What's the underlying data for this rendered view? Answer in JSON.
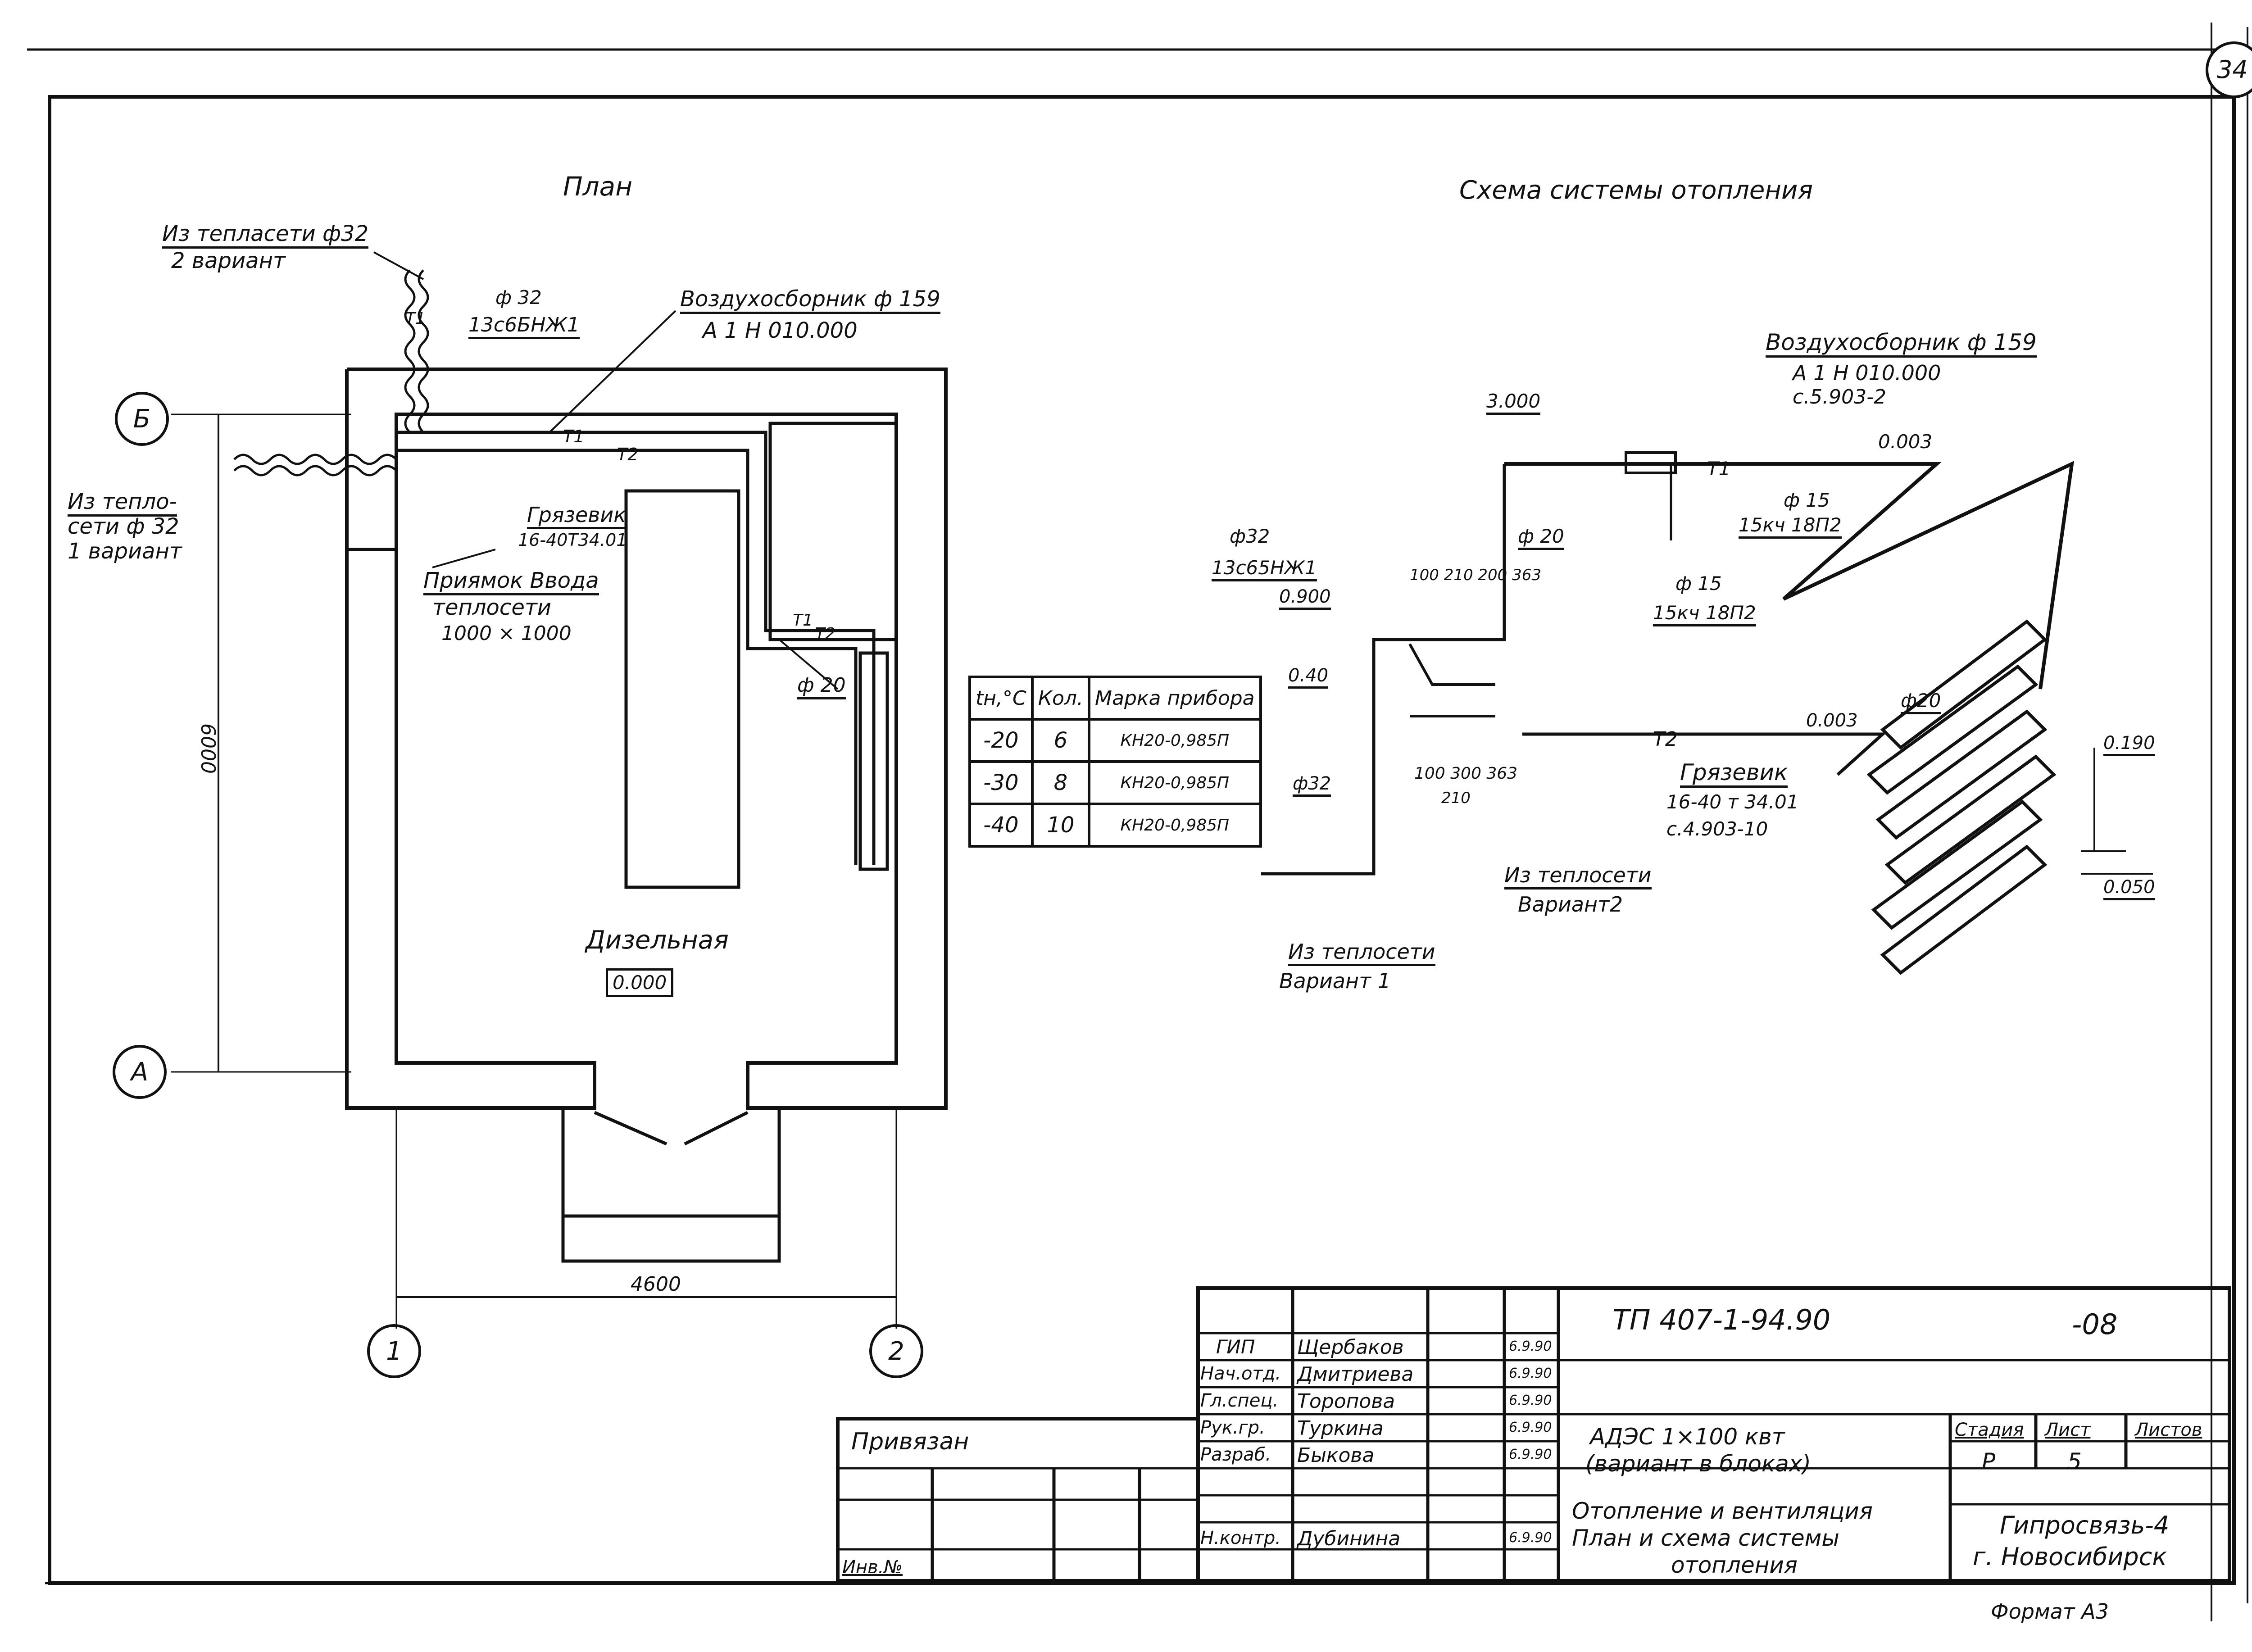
{
  "sheet_number": "34",
  "plan": {
    "title": "План",
    "labels": {
      "from_net_2": "Из тепласети ф32",
      "from_net_2b": "2 вариант",
      "t1": "Т1",
      "t2": "Т2",
      "dia32_valve": "ф 32",
      "valve_code": "13с6БНЖ1",
      "air_collector": "Воздухосборник ф 159",
      "air_collector_code": "А 1 Н 010.000",
      "from_net_1a": "Из тепло-",
      "from_net_1b": "сети ф 32",
      "from_net_1c": "1 вариант",
      "mud": "Грязевик",
      "mud_code": "16-40Т34.01",
      "pit_a": "Приямок Ввода",
      "pit_b": "теплосети",
      "pit_c": "1000 × 1000",
      "dia20": "ф 20",
      "room": "Дизельная",
      "level": "0.000",
      "dim_v": "6000",
      "dim_h": "4600",
      "axis_b": "Б",
      "axis_a": "А",
      "axis_1": "1",
      "axis_2": "2"
    }
  },
  "table": {
    "headers": [
      "tн,°С",
      "Кол.",
      "Марка прибора"
    ],
    "rows": [
      [
        "-20",
        "6",
        "КН20-0,985П"
      ],
      [
        "-30",
        "8",
        "КН20-0,985П"
      ],
      [
        "-40",
        "10",
        "КН20-0,985П"
      ]
    ]
  },
  "scheme": {
    "title": "Схема системы отопления",
    "labels": {
      "air_collector": "Воздухосборник ф 159",
      "air_code": "А 1 Н 010.000",
      "air_ref": "с.5.903-2",
      "elev_3000": "3.000",
      "t1": "Т1",
      "slope1": "0.003",
      "d15": "ф 15",
      "valve15": "15кч 18П2",
      "d20": "ф 20",
      "d32": "ф32",
      "valve32": "13с65НЖ1",
      "elev_0900": "0.900",
      "dims_top": "100 210 200 363",
      "d15b": "ф 15",
      "valve15b": "15кч 18П2",
      "elev_040": "0.40",
      "t2": "Т2",
      "slope2": "0.003",
      "d20b": "ф20",
      "elev_0190": "0.190",
      "elev_0050": "0.050",
      "dims_bot": "100  300  363",
      "dim210": "210",
      "mud": "Грязевик",
      "mud_code": "16-40 т 34.01",
      "mud_ref": "с.4.903-10",
      "d32b": "ф32",
      "from_net_v2a": "Из теплосети",
      "from_net_v2b": "Вариант2",
      "from_net_v1a": "Из теплосети",
      "from_net_v1b": "Вариант 1"
    }
  },
  "title_block": {
    "doc_code": "ТП 407-1-94.90",
    "doc_suffix": "-08",
    "tied": "Привязан",
    "inv": "Инв.№",
    "roles": [
      "ГИП",
      "Нач.отд.",
      "Гл.спец.",
      "Рук.гр.",
      "Разраб.",
      "Н.контр."
    ],
    "names": [
      "Щербаков",
      "Дмитриева",
      "Торопова",
      "Туркина",
      "Быкова",
      "Дубинина"
    ],
    "dates": [
      "6.9.90",
      "6.9.90",
      "6.9.90",
      "6.9.90",
      "6.9.90",
      "6.9.90"
    ],
    "object_a": "АДЭС  1×100 квт",
    "object_b": "(вариант в блоках)",
    "sheet_title_a": "Отопление и вентиляция",
    "sheet_title_b": "План и схема системы",
    "sheet_title_c": "отопления",
    "stage_h": "Стадия",
    "sheet_h": "Лист",
    "sheets_h": "Листов",
    "stage": "Р",
    "sheet": "5",
    "org_a": "Гипросвязь-4",
    "org_b": "г. Новосибирск",
    "format": "Формат А3"
  }
}
